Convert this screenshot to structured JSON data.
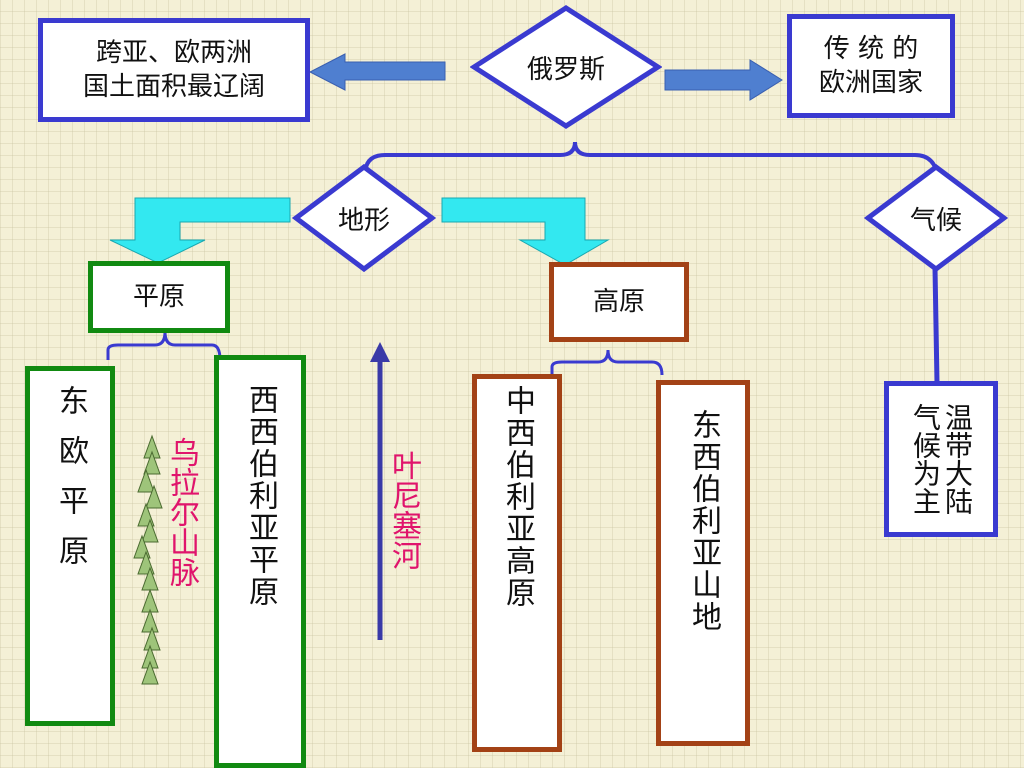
{
  "center_node": "俄罗斯",
  "left_fact": "跨亚、欧两洲\n国土面积最辽阔",
  "right_fact": "传 统 的\n欧洲国家",
  "terrain_node": "地形",
  "climate_node": "气候",
  "plain": "平原",
  "plateau": "高原",
  "east_european_plain": "东欧平原",
  "west_siberian_plain": "西西伯利亚平原",
  "central_siberian_plateau": "中西伯利亚高原",
  "east_siberian_mountains": "东西伯利亚山地",
  "climate_type": "温带大陆气候为主",
  "ural_mountains": "乌拉尔山脉",
  "yenisei_river": "叶尼塞河",
  "colors": {
    "blue_border": "#3a3ad0",
    "green_border": "#118a11",
    "brown_border": "#a34216",
    "arrow_blue": "#4f7fd0",
    "arrow_cyan": "#33e8f0",
    "label_red": "#e0146c"
  }
}
